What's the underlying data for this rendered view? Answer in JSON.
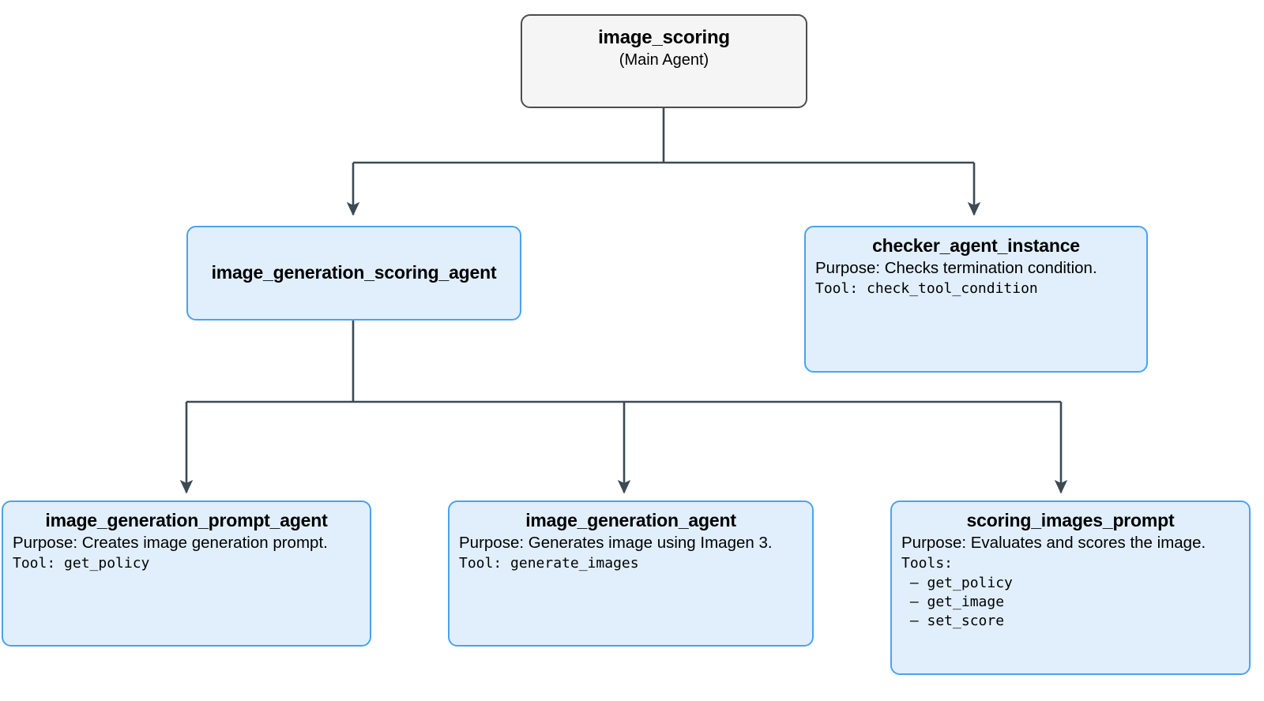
{
  "diagram": {
    "type": "agent-hierarchy-tree",
    "edge_color": "#3b4a54",
    "root_fill": "#f5f5f5",
    "root_border": "#4d4d4d",
    "child_fill": "#e1effc",
    "child_border": "#4aa3ef"
  },
  "root": {
    "title": "image_scoring",
    "subtitle": "(Main Agent)"
  },
  "level2": {
    "scoring_agent": {
      "title": "image_generation_scoring_agent"
    },
    "checker": {
      "title": "checker_agent_instance",
      "purpose": "Purpose: Checks termination condition.",
      "tool": "Tool: check_tool_condition"
    }
  },
  "level3": {
    "prompt_agent": {
      "title": "image_generation_prompt_agent",
      "purpose": "Purpose: Creates image generation prompt.",
      "tool": "Tool: get_policy"
    },
    "generation_agent": {
      "title": "image_generation_agent",
      "purpose": "Purpose: Generates image using Imagen 3.",
      "tool": "Tool: generate_images"
    },
    "scoring_prompt": {
      "title": "scoring_images_prompt",
      "purpose": "Purpose: Evaluates and scores the image.",
      "tools_label": "Tools:",
      "tools": " – get_policy\n – get_image\n – set_score"
    }
  }
}
